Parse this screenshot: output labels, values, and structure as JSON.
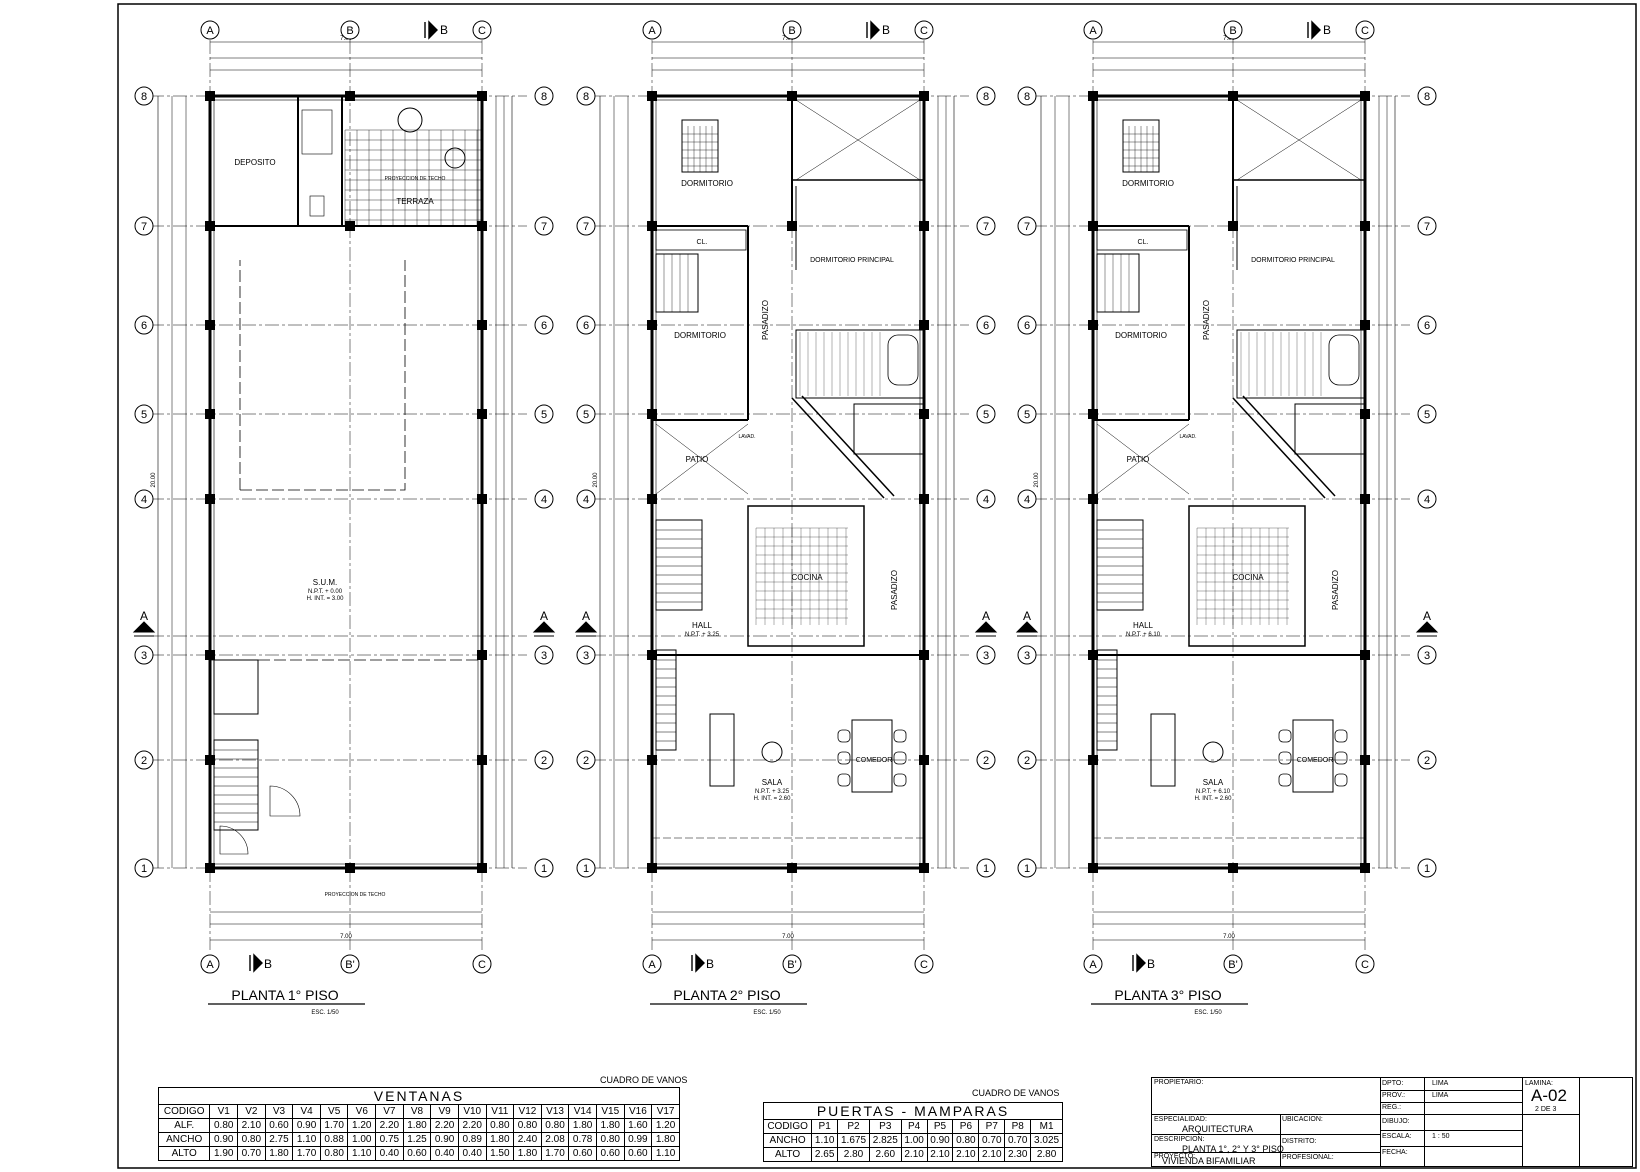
{
  "sheet": {
    "plans": [
      {
        "title": "PLANTA 1° PISO",
        "scale": "ESC. 1/50",
        "rooms": [
          "DEPOSITO",
          "TERRAZA",
          "S.U.M.",
          "PROYECCION DE TECHO",
          "PROYECCION DE TECHO"
        ],
        "level": "N.P.T. + 0.00",
        "height": "H. INT. = 3.00"
      },
      {
        "title": "PLANTA 2° PISO",
        "scale": "ESC. 1/50",
        "rooms": [
          "DORMITORIO",
          "CL.",
          "DORMITORIO PRINCIPAL",
          "DORMITORIO",
          "PASADIZO",
          "PATIO",
          "LAVAD.",
          "COCINA",
          "PASADIZO",
          "HALL",
          "SALA",
          "COMEDOR"
        ],
        "level": "N.P.T. + 3.25",
        "height": "H. INT. = 2.60",
        "hall_level": "N.P.T. + 3.25"
      },
      {
        "title": "PLANTA 3° PISO",
        "scale": "ESC. 1/50",
        "rooms": [
          "DORMITORIO",
          "CL.",
          "DORMITORIO PRINCIPAL",
          "DORMITORIO",
          "PASADIZO",
          "PATIO",
          "LAVAD.",
          "COCINA",
          "PASADIZO",
          "HALL",
          "SALA",
          "COMEDOR"
        ],
        "level": "N.P.T. + 6.10",
        "height": "H. INT. = 2.60",
        "hall_level": "N.P.T. + 6.10"
      }
    ],
    "axes_cols": [
      "A",
      "B",
      "C"
    ],
    "axes_cols_bottom": [
      "A",
      "B'",
      "C"
    ],
    "axes_rows": [
      "8",
      "7",
      "6",
      "5",
      "4",
      "3",
      "2",
      "1"
    ],
    "section_marks": [
      "B",
      "A"
    ],
    "overall_width": "7.00",
    "overall_length": "20.00"
  },
  "windows_table": {
    "note": "CUADRO DE VANOS",
    "title": "VENTANAS",
    "header": [
      "CODIGO",
      "V1",
      "V2",
      "V3",
      "V4",
      "V5",
      "V6",
      "V7",
      "V8",
      "V9",
      "V10",
      "V11",
      "V12",
      "V13",
      "V14",
      "V15",
      "V16",
      "V17"
    ],
    "rows": [
      [
        "ALF.",
        "0.80",
        "2.10",
        "0.60",
        "0.90",
        "1.70",
        "1.20",
        "2.20",
        "1.80",
        "2.20",
        "2.20",
        "0.80",
        "0.80",
        "0.80",
        "1.80",
        "1.80",
        "1.60",
        "1.20"
      ],
      [
        "ANCHO",
        "0.90",
        "0.80",
        "2.75",
        "1.10",
        "0.88",
        "1.00",
        "0.75",
        "1.25",
        "0.90",
        "0.89",
        "1.80",
        "2.40",
        "2.08",
        "0.78",
        "0.80",
        "0.99",
        "1.80"
      ],
      [
        "ALTO",
        "1.90",
        "0.70",
        "1.80",
        "1.70",
        "0.80",
        "1.10",
        "0.40",
        "0.60",
        "0.40",
        "0.40",
        "1.50",
        "1.80",
        "1.70",
        "0.60",
        "0.60",
        "0.60",
        "1.10"
      ]
    ]
  },
  "doors_table": {
    "note": "CUADRO DE VANOS",
    "title": "PUERTAS - MAMPARAS",
    "header": [
      "CODIGO",
      "P1",
      "P2",
      "P3",
      "P4",
      "P5",
      "P6",
      "P7",
      "P8",
      "M1"
    ],
    "rows": [
      [
        "ANCHO",
        "1.10",
        "1.675",
        "2.825",
        "1.00",
        "0.90",
        "0.80",
        "0.70",
        "0.70",
        "3.025"
      ],
      [
        "ALTO",
        "2.65",
        "2.80",
        "2.60",
        "2.10",
        "2.10",
        "2.10",
        "2.10",
        "2.30",
        "2.80"
      ]
    ]
  },
  "title_block": {
    "propietario_label": "PROPIETARIO:",
    "especialidad_label": "ESPECIALIDAD:",
    "especialidad": "ARQUITECTURA",
    "ubicacion_label": "UBICACION:",
    "descripcion_label": "DESCRIPCION:",
    "descripcion": "PLANTA 1°, 2° Y 3° PISO",
    "distrito_label": "DISTRITO:",
    "proyecto_label": "PROYECTO:",
    "proyecto": "VIVIENDA BIFAMILIAR",
    "profesional_label": "PROFESIONAL:",
    "dpto_label": "DPTO:",
    "dpto": "LIMA",
    "prov_label": "PROV.:",
    "prov": "LIMA",
    "reg_label": "REG.:",
    "dibujo_label": "DIBUJO:",
    "escala_label": "ESCALA:",
    "escala": "1 : 50",
    "fecha_label": "FECHA:",
    "lamina_label": "LAMINA:",
    "lamina": "A-02",
    "sheet_of": "2 DE 3"
  }
}
